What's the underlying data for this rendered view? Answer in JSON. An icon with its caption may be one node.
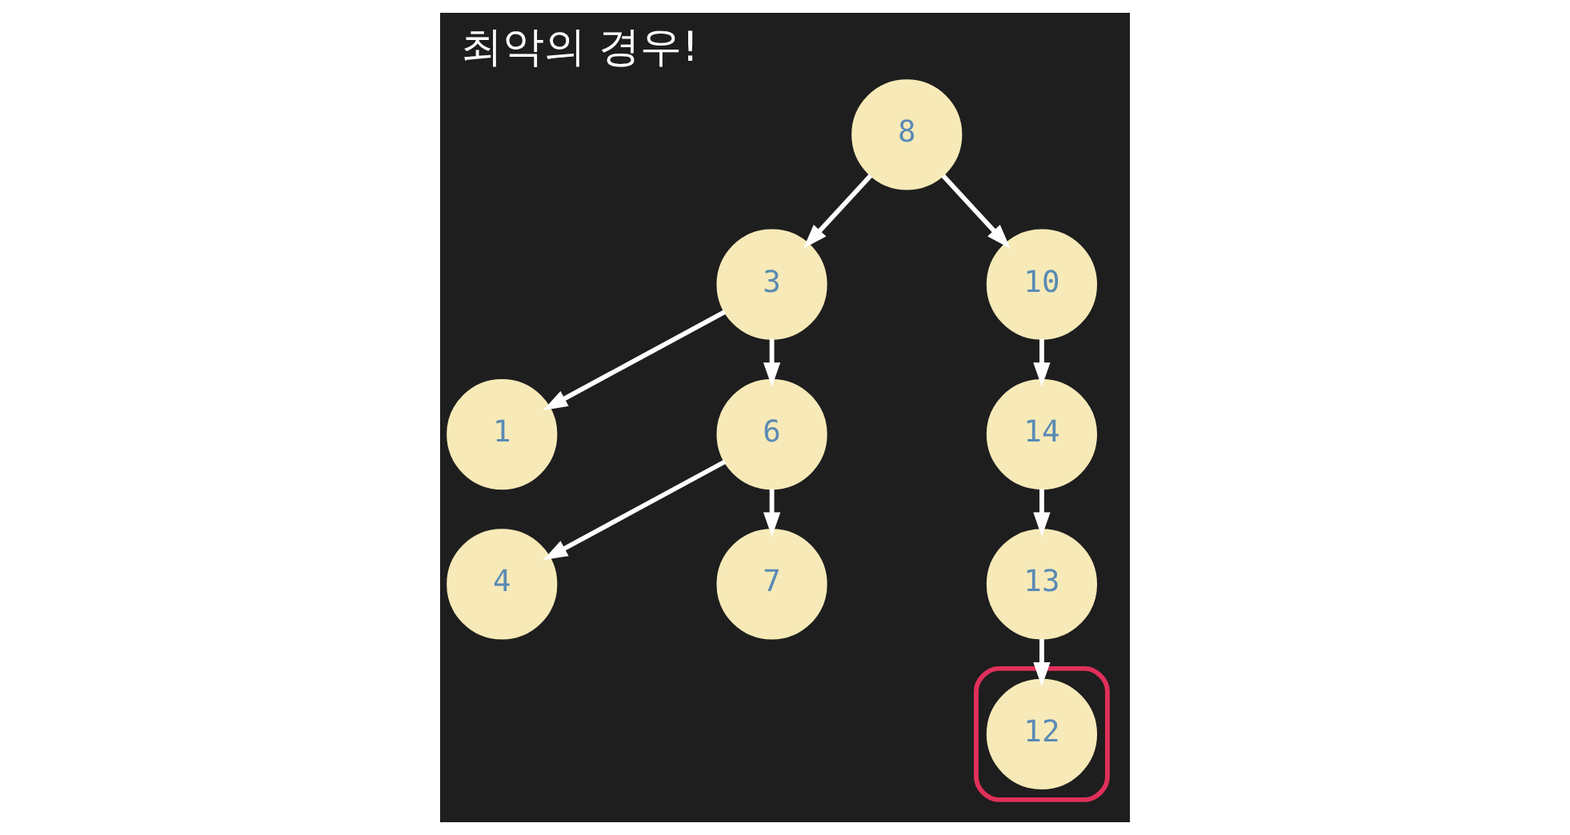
{
  "diagram": {
    "title": "최악의 경우!",
    "nodes": [
      {
        "text": [
          "8"
        ]
      },
      {
        "text": [
          "3"
        ]
      },
      {
        "text": [
          "10"
        ]
      },
      {
        "text": [
          "1"
        ]
      },
      {
        "text": [
          "6"
        ]
      },
      {
        "text": [
          "14"
        ]
      },
      {
        "text": [
          "4"
        ]
      },
      {
        "text": [
          "7"
        ]
      },
      {
        "text": [
          "13"
        ]
      },
      {
        "text": [],
        "shape": "box"
      },
      {
        "text": [
          "12"
        ],
        "in": 9
      }
    ],
    "edges": [
      {
        "from": 0,
        "to": 1,
        "arrow": "to"
      },
      {
        "from": 0,
        "to": 2,
        "arrow": "to"
      },
      {
        "from": 1,
        "to": 3,
        "arrow": "to"
      },
      {
        "from": 1,
        "to": 4,
        "arrow": "to"
      },
      {
        "from": 2,
        "to": 5,
        "arrow": "to"
      },
      {
        "from": 4,
        "to": 6,
        "arrow": "to"
      },
      {
        "from": 4,
        "to": 7,
        "arrow": "to"
      },
      {
        "from": 5,
        "to": 8,
        "arrow": "to"
      },
      {
        "from": 8,
        "to": 10,
        "arrow": "to"
      }
    ]
  }
}
